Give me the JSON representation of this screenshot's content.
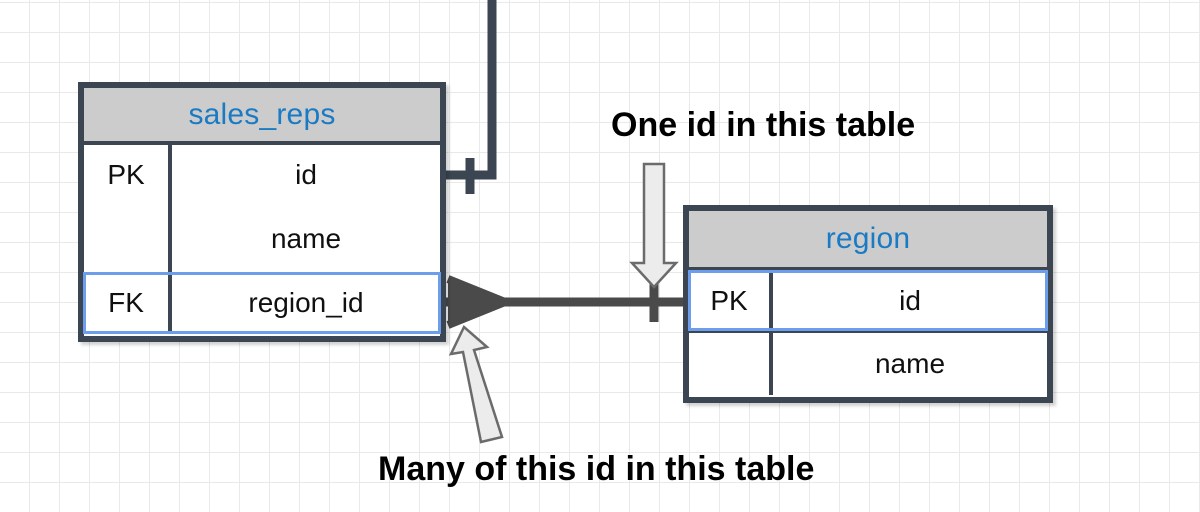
{
  "diagram": {
    "type": "entity-relationship-diagram",
    "background": "#ffffff",
    "grid_color": "#e9e9e9",
    "accent_blue": "#1a7bc4",
    "highlight_blue": "#6d9eeb",
    "border_color": "#3b4652",
    "header_fill": "#cccccc",
    "arrow_fill": "#ececec",
    "arrow_stroke": "#6b6b6b"
  },
  "entities": [
    {
      "id": "sales_reps",
      "title": "sales_reps",
      "rows": [
        {
          "key": "PK",
          "field": "id",
          "highlight": false
        },
        {
          "key": "",
          "field": "name",
          "highlight": false
        },
        {
          "key": "FK",
          "field": "region_id",
          "highlight": true
        }
      ]
    },
    {
      "id": "region",
      "title": "region",
      "rows": [
        {
          "key": "PK",
          "field": "id",
          "highlight": true
        },
        {
          "key": "",
          "field": "name",
          "highlight": false
        }
      ]
    }
  ],
  "annotations": {
    "one_side": "One id in this table",
    "many_side": "Many of this id in this table"
  },
  "relationship": {
    "from": "sales_reps.region_id",
    "to": "region.id",
    "from_cardinality": "many",
    "to_cardinality": "one",
    "notation": "crows-foot"
  }
}
